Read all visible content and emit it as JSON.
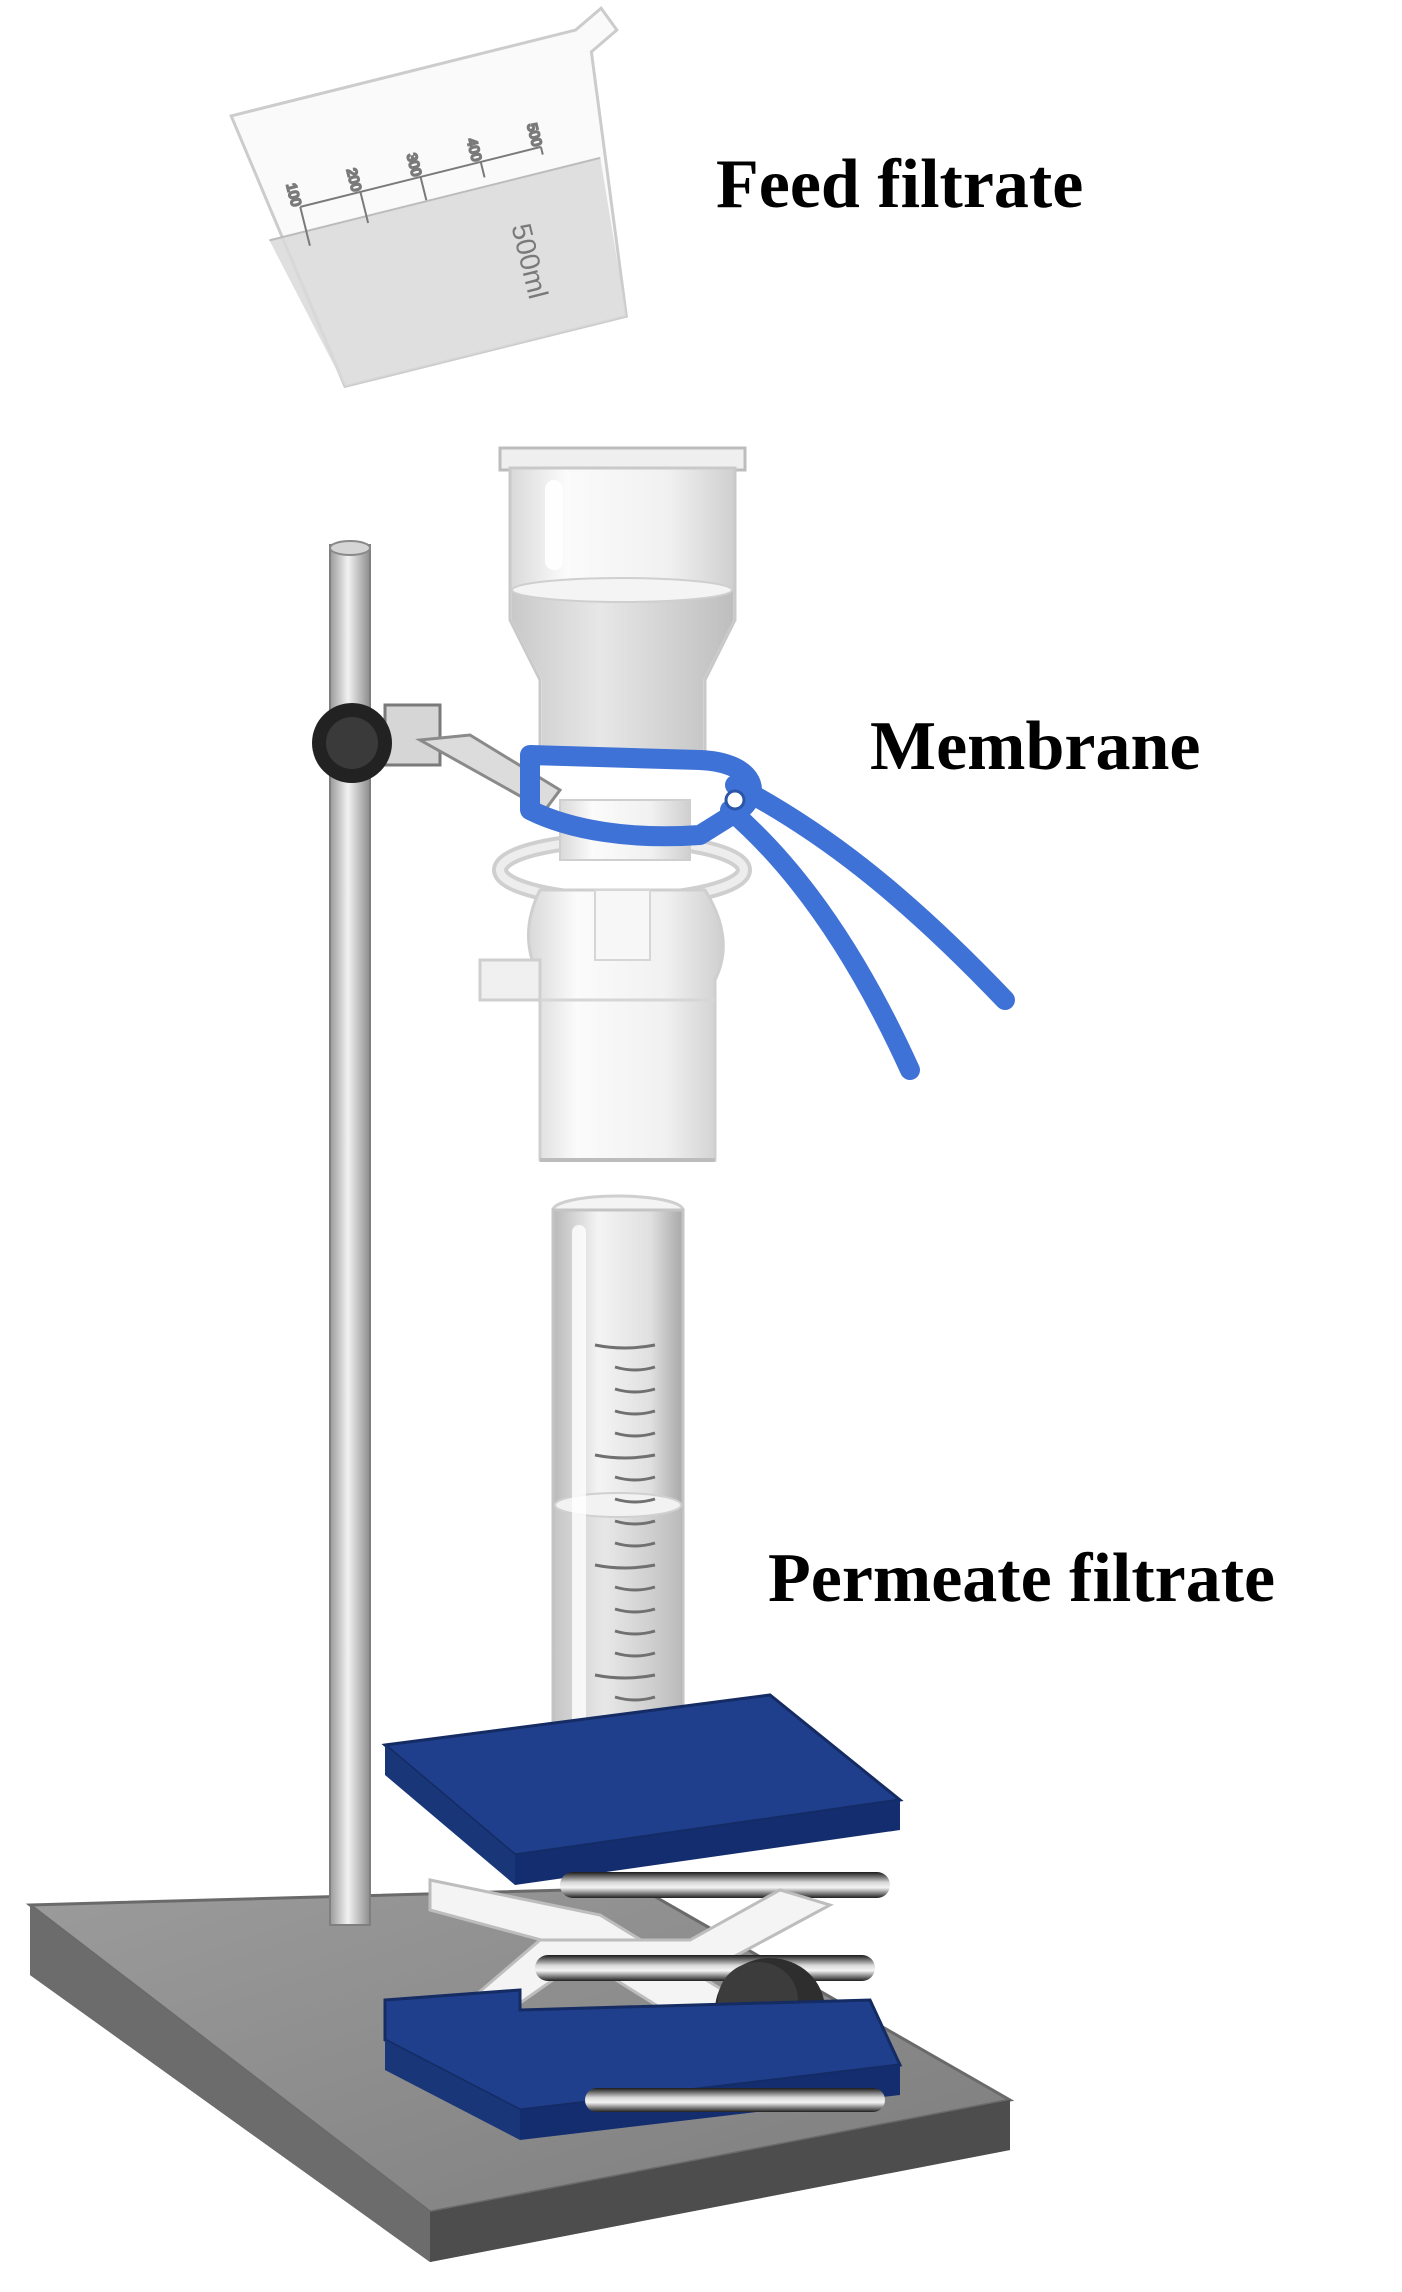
{
  "labels": {
    "feed": "Feed filtrate",
    "membrane": "Membrane",
    "permeate": "Permeate filtrate"
  },
  "beaker": {
    "volume_label": "500ml",
    "scale_marks": [
      "100",
      "200",
      "300",
      "400",
      "500"
    ]
  },
  "colors": {
    "clamp_blue": "#3f72d6",
    "jack_blue": "#1f3f8c",
    "base_gray": "#8a8a8a",
    "glass": "#e9e9e9",
    "knob": "#2e2e2e"
  }
}
